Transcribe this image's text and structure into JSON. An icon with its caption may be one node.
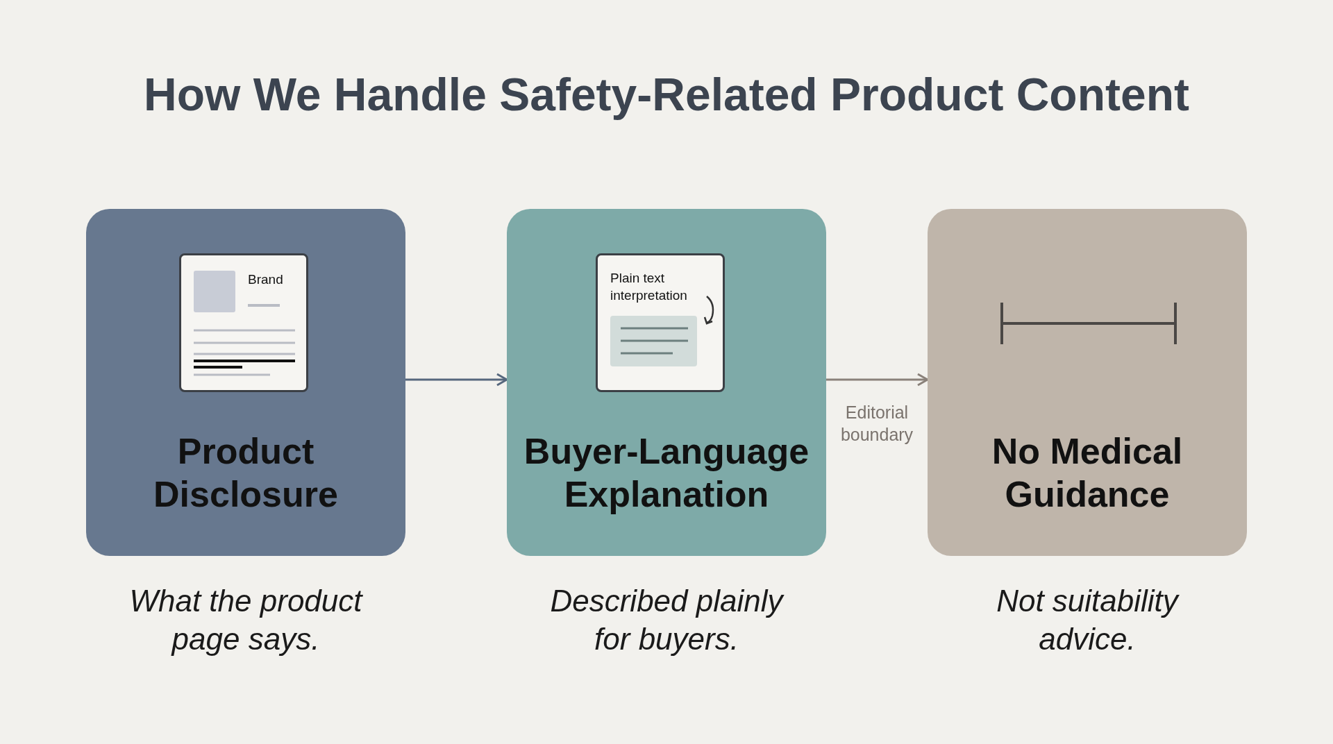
{
  "diagram": {
    "title": "How We Handle Safety-Related Product Content",
    "nodes": [
      {
        "text": [
          "Product Disclosure"
        ],
        "beside": [
          "What the product page says."
        ]
      },
      {
        "text": [
          "Brand"
        ],
        "in": 0
      },
      {
        "text": [
          "Buyer-Language Explanation"
        ],
        "beside": [
          "Described plainly for buyers."
        ]
      },
      {
        "text": [
          "Plain text interpretation"
        ],
        "in": 2
      },
      {
        "text": [
          "No Medical Guidance"
        ],
        "beside": [
          "Not suitability advice."
        ]
      }
    ],
    "edges": [
      {
        "from": 0,
        "to": 2,
        "arrow": "to"
      },
      {
        "from": 2,
        "to": 4,
        "arrow": "to",
        "label": "Editorial boundary",
        "color": "#8a817a"
      }
    ]
  }
}
